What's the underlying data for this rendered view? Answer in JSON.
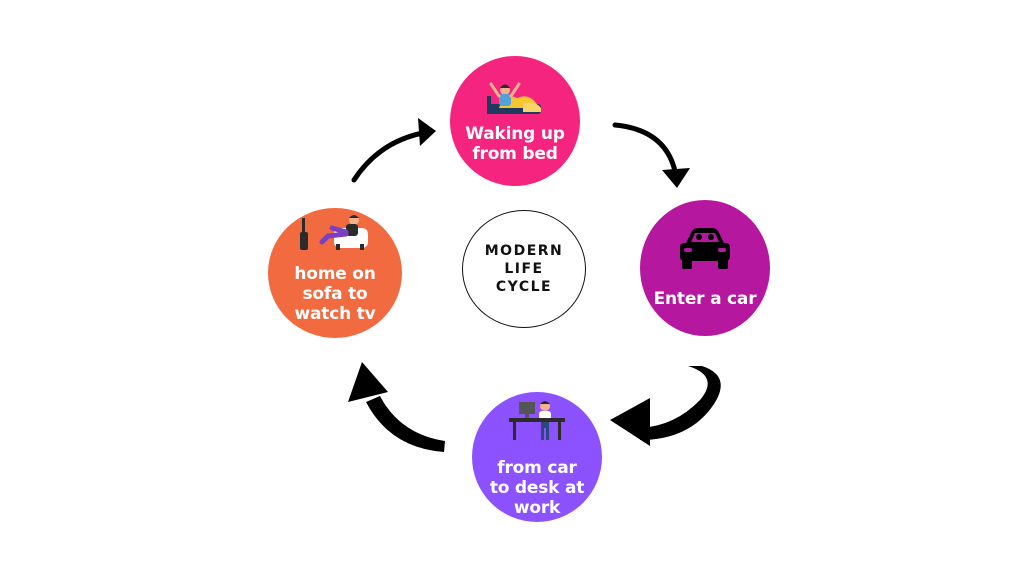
{
  "center": {
    "title": "MODERN\nLIFE\nCYCLE"
  },
  "nodes": [
    {
      "label": "Waking up\nfrom bed",
      "color": "#F5247F",
      "illustration": "waking-up-in-bed-icon"
    },
    {
      "label": "Enter a car",
      "color": "#B5179E",
      "illustration": "car-front-icon"
    },
    {
      "label": "from car\nto desk at\nwork",
      "color": "#8C52FF",
      "illustration": "person-at-desk-icon"
    },
    {
      "label": "home on\nsofa to\nwatch tv",
      "color": "#F26A3F",
      "illustration": "person-on-sofa-tv-icon"
    }
  ],
  "arrow_color": "#000000"
}
